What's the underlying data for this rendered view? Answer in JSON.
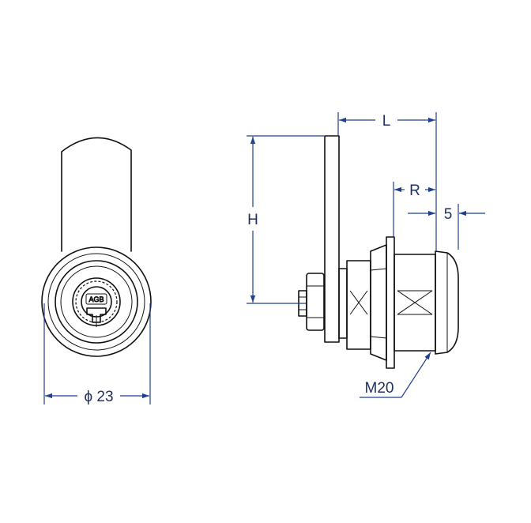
{
  "dimensions": {
    "diameter": "ϕ 23",
    "length": "L",
    "height": "H",
    "r": "R",
    "five": "5",
    "thread": "M20"
  },
  "logo": "AGB",
  "colors": {
    "outline": "#111111",
    "dimension_line": "#1f3f8f",
    "dimension_text": "#1f2f5f"
  }
}
